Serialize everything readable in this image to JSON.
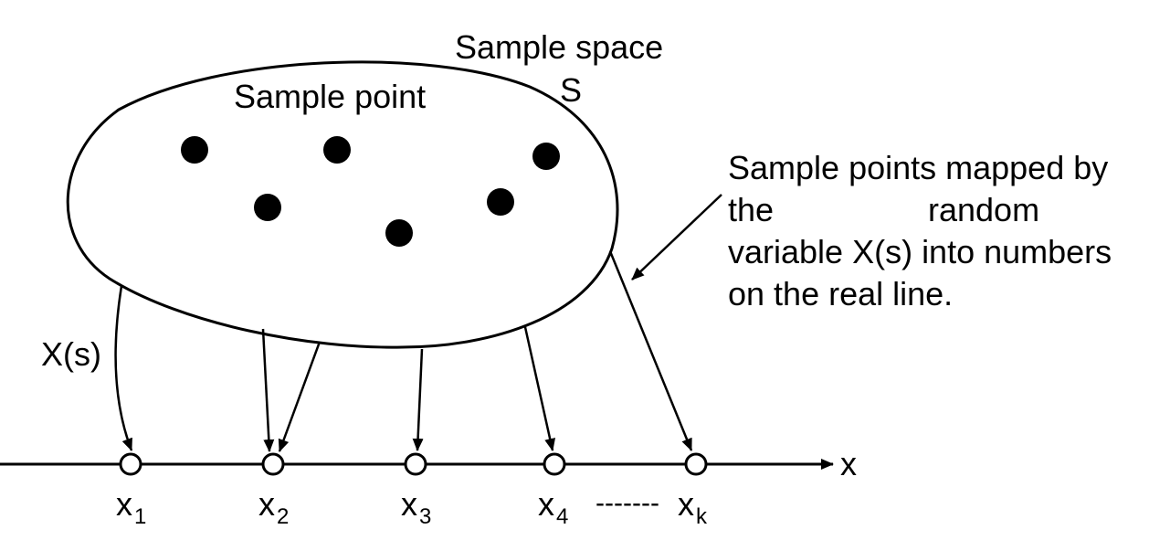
{
  "labels": {
    "sample_space_line1": "Sample space",
    "sample_space_line2": "S",
    "sample_point": "Sample point",
    "mapping_line1": "Sample points mapped by",
    "mapping_line2_a": "the",
    "mapping_line2_b": "random",
    "mapping_line3": "variable X(s) into numbers",
    "mapping_line4": "on the real line.",
    "function_label": "X(s)",
    "axis_label": "x",
    "ellipsis": "-------"
  },
  "axis_points": [
    {
      "base": "x",
      "sub": "1"
    },
    {
      "base": "x",
      "sub": "2"
    },
    {
      "base": "x",
      "sub": "3"
    },
    {
      "base": "x",
      "sub": "4"
    },
    {
      "base": "x",
      "sub": "k"
    }
  ]
}
